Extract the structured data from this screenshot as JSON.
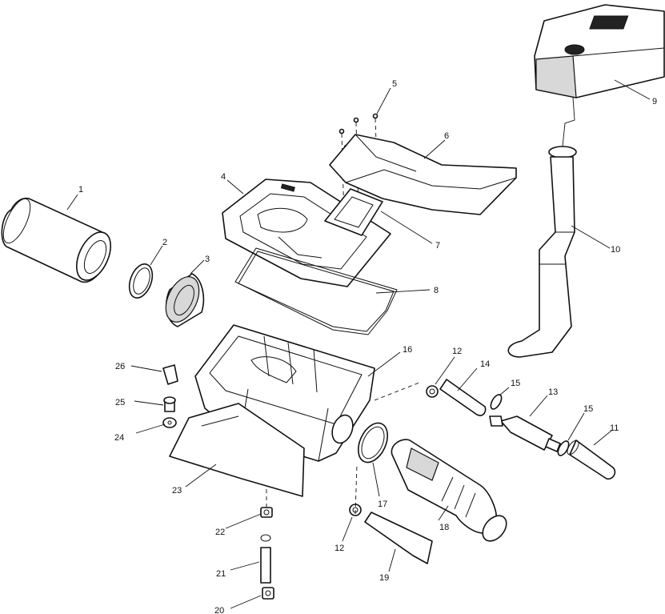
{
  "diagram": {
    "callouts": [
      "1",
      "2",
      "3",
      "4",
      "5",
      "6",
      "7",
      "8",
      "9",
      "10",
      "11",
      "12",
      "12",
      "13",
      "14",
      "15",
      "15",
      "16",
      "17",
      "18",
      "19",
      "20",
      "21",
      "22",
      "23",
      "24",
      "25",
      "26"
    ]
  }
}
